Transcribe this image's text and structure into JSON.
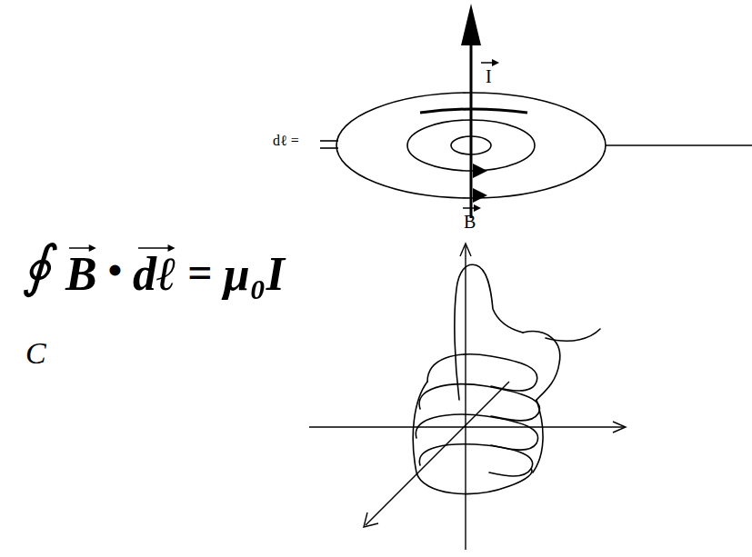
{
  "diagram": {
    "labels": [
      "I",
      "B",
      "dℓ =",
      "∮",
      "B",
      "•",
      "dℓ",
      "=",
      "μ₀I",
      "C"
    ]
  }
}
